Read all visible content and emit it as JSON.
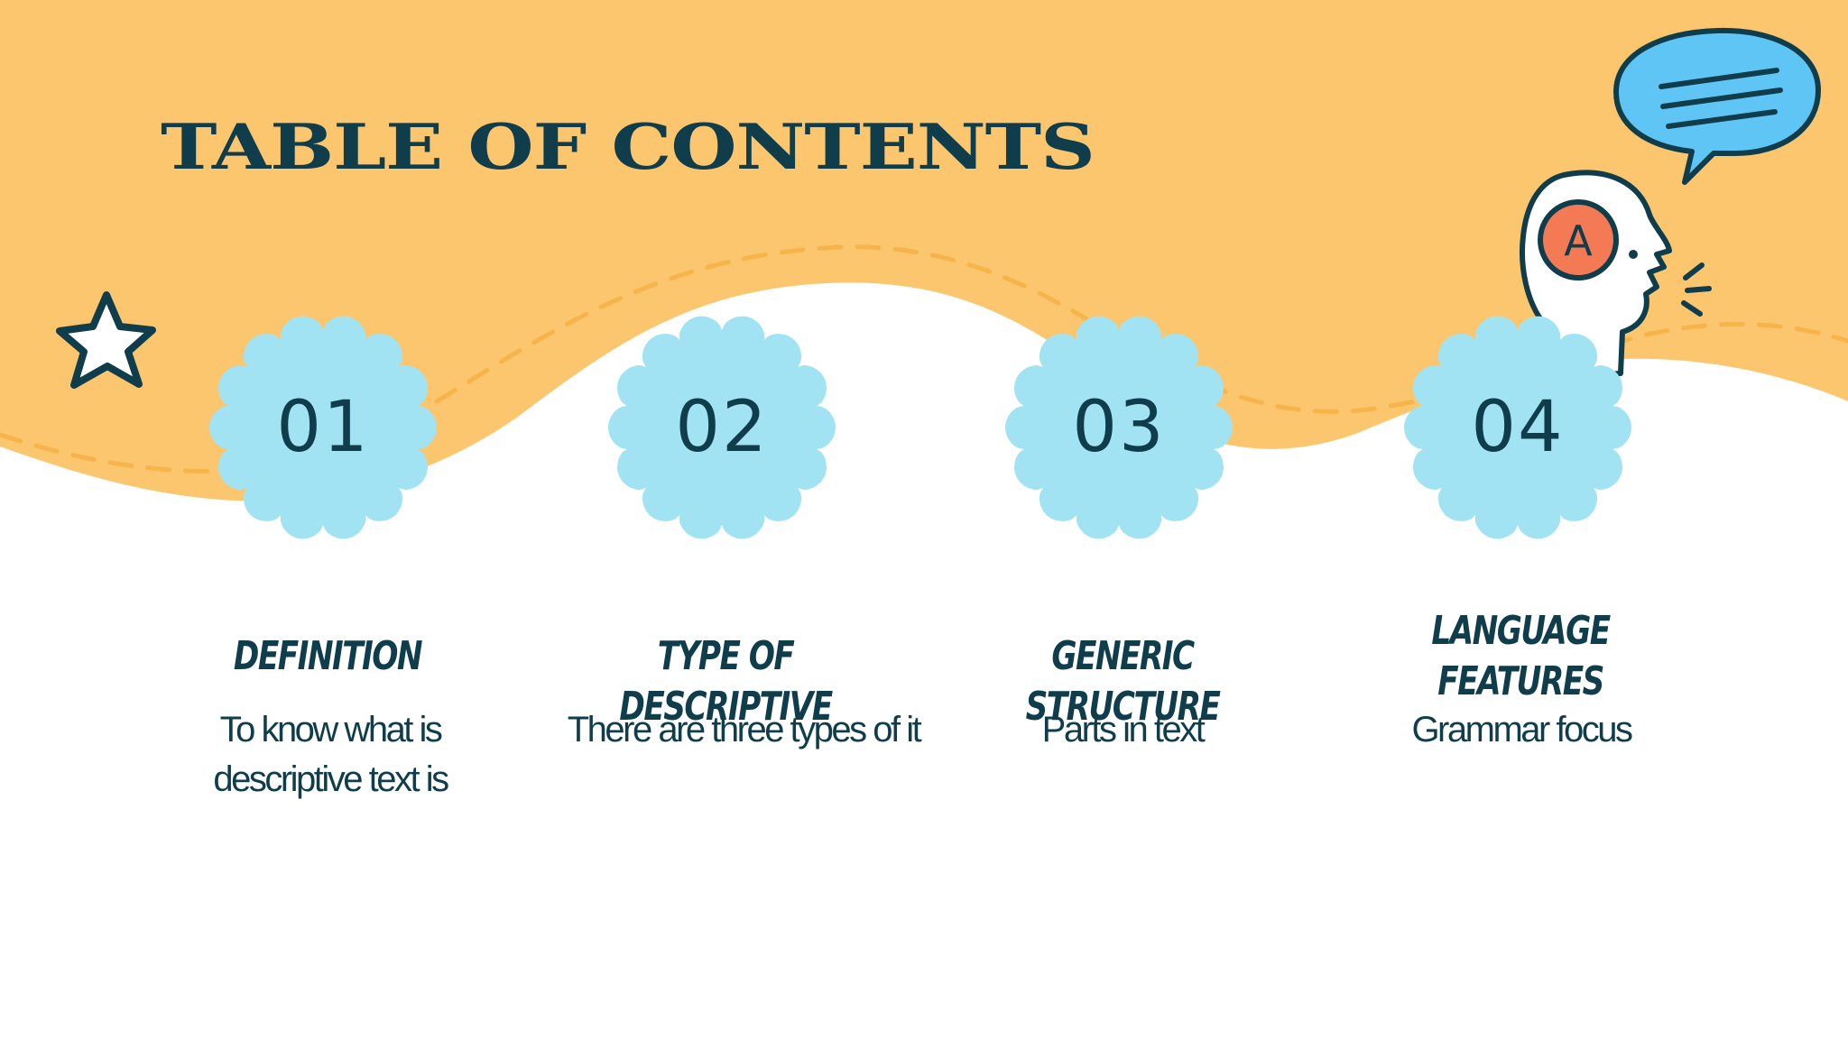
{
  "slide": {
    "title": "TABLE OF CONTENTS"
  },
  "items": [
    {
      "number": "01",
      "title": "DEFINITION",
      "description": "To know what is descriptive text is"
    },
    {
      "number": "02",
      "title": "TYPE OF DESCRIPTIVE",
      "description": "There are three types of it"
    },
    {
      "number": "03",
      "title": "GENERIC STRUCTURE",
      "description": "Parts in text"
    },
    {
      "number": "04",
      "title": "LANGUAGE FEATURES",
      "description": "Grammar focus"
    }
  ],
  "icons": {
    "star": "star-icon",
    "speech_bubble": "speech-bubble-icon",
    "head": "speaking-head-icon",
    "head_letter": "A"
  },
  "colors": {
    "background_wave": "#fcc66f",
    "dashed_line": "#f7b44a",
    "badge_fill": "#a2e3f3",
    "text_dark": "#0f3d4c",
    "bubble_fill": "#5ec5f5",
    "head_circle": "#f47a56",
    "background": "#ffffff"
  }
}
